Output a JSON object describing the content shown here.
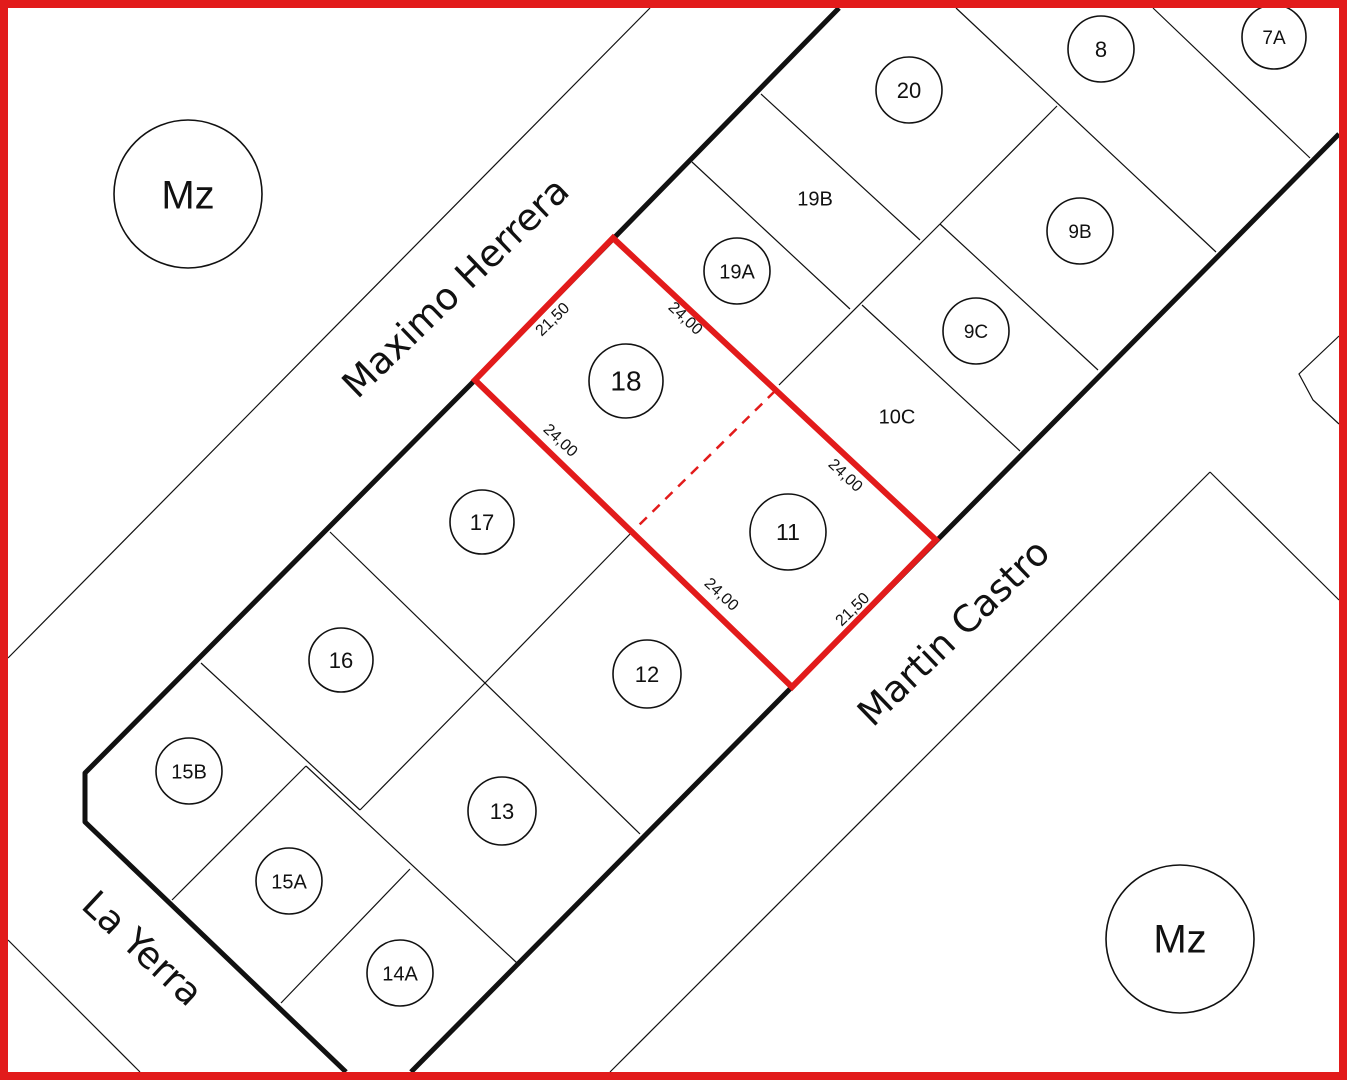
{
  "map": {
    "streets": {
      "maximo_herrera": "Maximo Herrera",
      "martin_castro": "Martin Castro",
      "la_yerra": "La Yerra"
    },
    "blocks": {
      "mz_top_left": "Mz",
      "mz_bottom_right": "Mz"
    },
    "lots": {
      "l18": "18",
      "l11": "11",
      "l17": "17",
      "l16": "16",
      "l12": "12",
      "l13": "13",
      "l15b": "15B",
      "l15a": "15A",
      "l14a": "14A",
      "l19a": "19A",
      "l19b": "19B",
      "l20": "20",
      "l8": "8",
      "l7a": "7A",
      "l9b": "9B",
      "l9c": "9C",
      "l10c": "10C"
    },
    "dimensions": {
      "d_18_top": "21,50",
      "d_18_right": "24,00",
      "d_18_left": "24,00",
      "d_11_right": "24,00",
      "d_11_bottom_left": "24,00",
      "d_11_bottom": "21,50"
    },
    "colors": {
      "highlight": "#e21b1b",
      "line": "#111111",
      "background": "#ffffff"
    }
  }
}
